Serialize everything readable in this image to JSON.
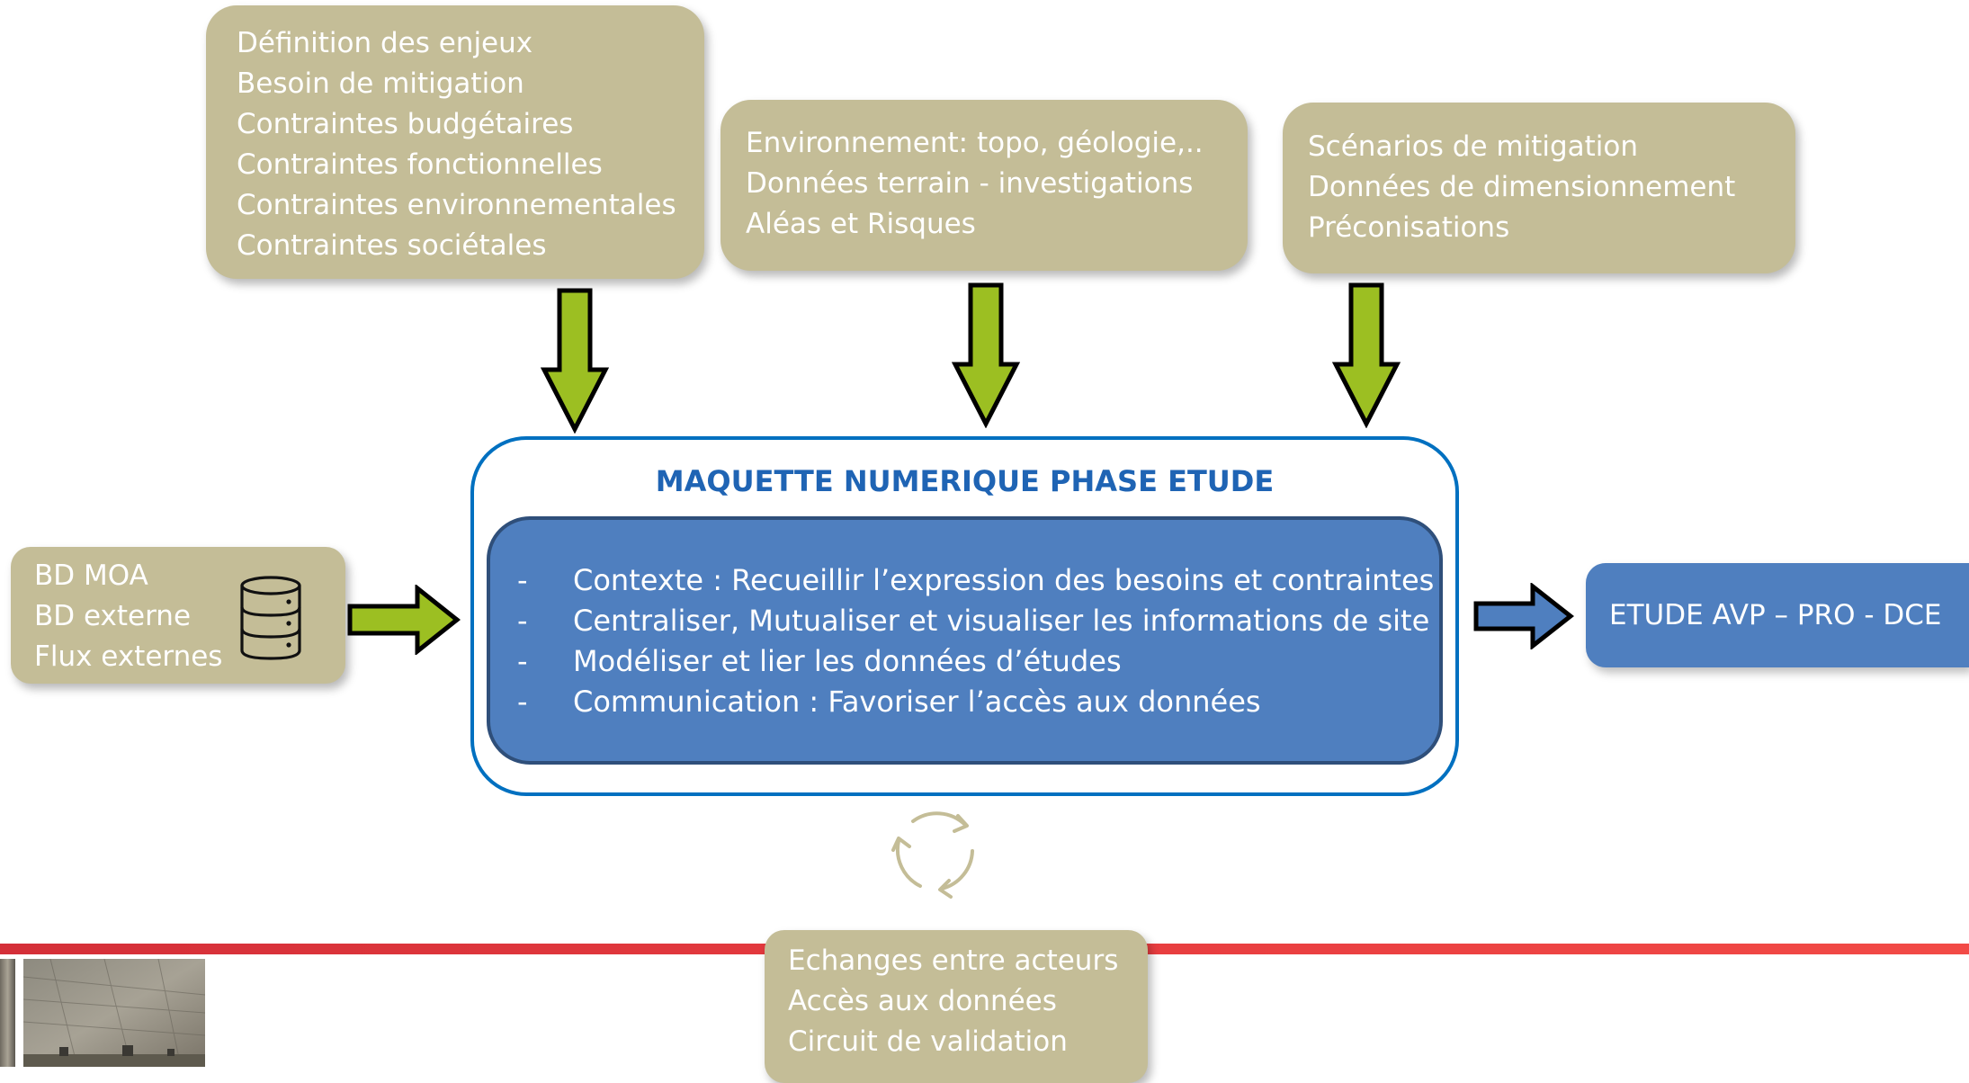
{
  "boxes": {
    "enjeux": {
      "lines": [
        "Définition des enjeux",
        "Besoin de mitigation",
        "Contraintes budgétaires",
        "Contraintes fonctionnelles",
        "Contraintes environnementales",
        "Contraintes sociétales"
      ]
    },
    "environnement": {
      "lines": [
        "Environnement: topo, géologie,..",
        "Données terrain - investigations",
        "Aléas et Risques"
      ]
    },
    "scenarios": {
      "lines": [
        "Scénarios de mitigation",
        "Données de dimensionnement",
        "Préconisations"
      ]
    },
    "bd": {
      "lines": [
        "BD MOA",
        "BD externe",
        "Flux externes"
      ],
      "icon": "database-icon"
    },
    "echanges": {
      "lines": [
        "Echanges entre acteurs",
        "Accès aux données",
        "Circuit de validation"
      ]
    }
  },
  "center": {
    "title": "MAQUETTE NUMERIQUE PHASE ETUDE",
    "items": [
      {
        "bullet": "-",
        "text": "Contexte : Recueillir l’expression des besoins et contraintes"
      },
      {
        "bullet": "-",
        "text": "Centraliser, Mutualiser et visualiser les informations de site"
      },
      {
        "bullet": "-",
        "text": "Modéliser et lier les données d’études"
      },
      {
        "bullet": "-",
        "text": "Communication : Favoriser l’accès aux données"
      }
    ]
  },
  "output": {
    "label": "ETUDE AVP – PRO - DCE"
  },
  "colors": {
    "tan": "#c4bd97",
    "green_arrow": "#9cbf22",
    "blue_arrow": "#4f7fbf",
    "frame_blue": "#0070c0",
    "title_blue": "#1f64b4",
    "inner_blue": "#4f7fbf",
    "red_bar": "#e63b3f",
    "cycle_icon": "#c4bd97"
  },
  "icons": {
    "cycle": "refresh-cycle-icon",
    "database": "database-icon"
  }
}
